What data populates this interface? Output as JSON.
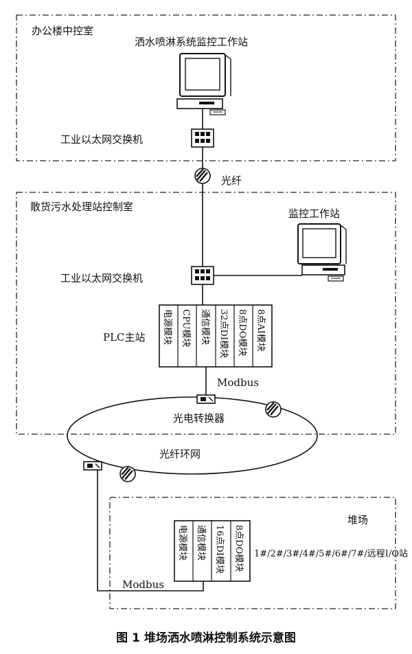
{
  "regions": {
    "office": "办公楼中控室",
    "station": "散货污水处理站控制室",
    "yard": "堆场"
  },
  "labels": {
    "workstation_top": "洒水喷淋系统监控工作站",
    "switch_top": "工业以太网交换机",
    "fiber": "光纤",
    "workstation_mid": "监控工作站",
    "switch_mid": "工业以太网交换机",
    "plc_master": "PLC主站",
    "modbus_top": "Modbus",
    "converter": "光电转换器",
    "fiber_ring": "光纤环网",
    "modbus_bottom": "Modbus",
    "remote_io": "1#/2#/3#/4#/5#/6#/7#/远程I/O站"
  },
  "plc_modules": [
    "电源模块",
    "CPU模块",
    "通信模块",
    "32点DI模块",
    "8点DO模块",
    "8点AI模块"
  ],
  "io_modules": [
    "电源模块",
    "通信模块",
    "16点DI模块",
    "8点DO模块"
  ],
  "caption": "图 1   堆场洒水喷淋控制系统示意图"
}
